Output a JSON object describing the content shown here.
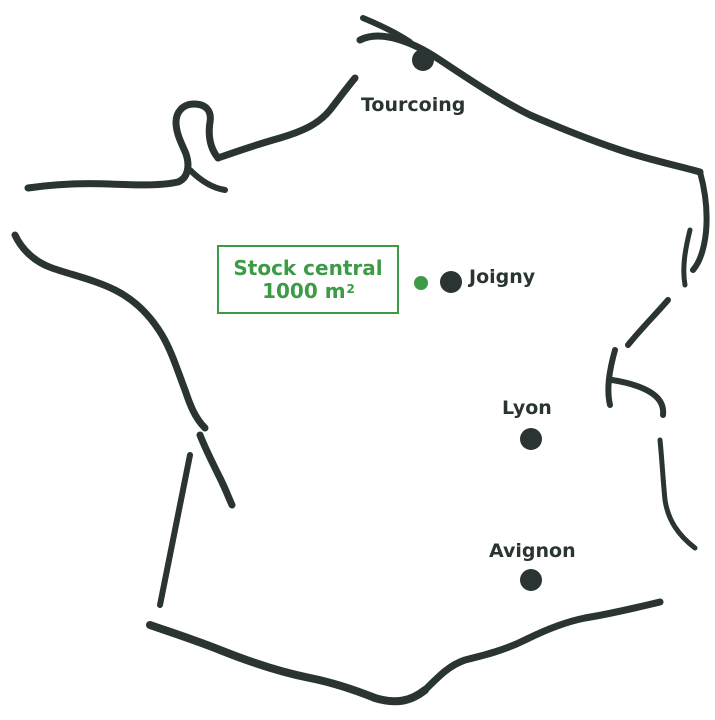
{
  "colors": {
    "outline": "#2a3432",
    "city_dot": "#2a3432",
    "stock_green": "#3d9a47",
    "background": "#ffffff"
  },
  "cities": {
    "tourcoing": {
      "label": "Tourcoing"
    },
    "joigny": {
      "label": "Joigny"
    },
    "lyon": {
      "label": "Lyon"
    },
    "avignon": {
      "label": "Avignon"
    }
  },
  "stock_box": {
    "line1": "Stock central",
    "line2": "1000 m",
    "line2_sup": "2"
  }
}
